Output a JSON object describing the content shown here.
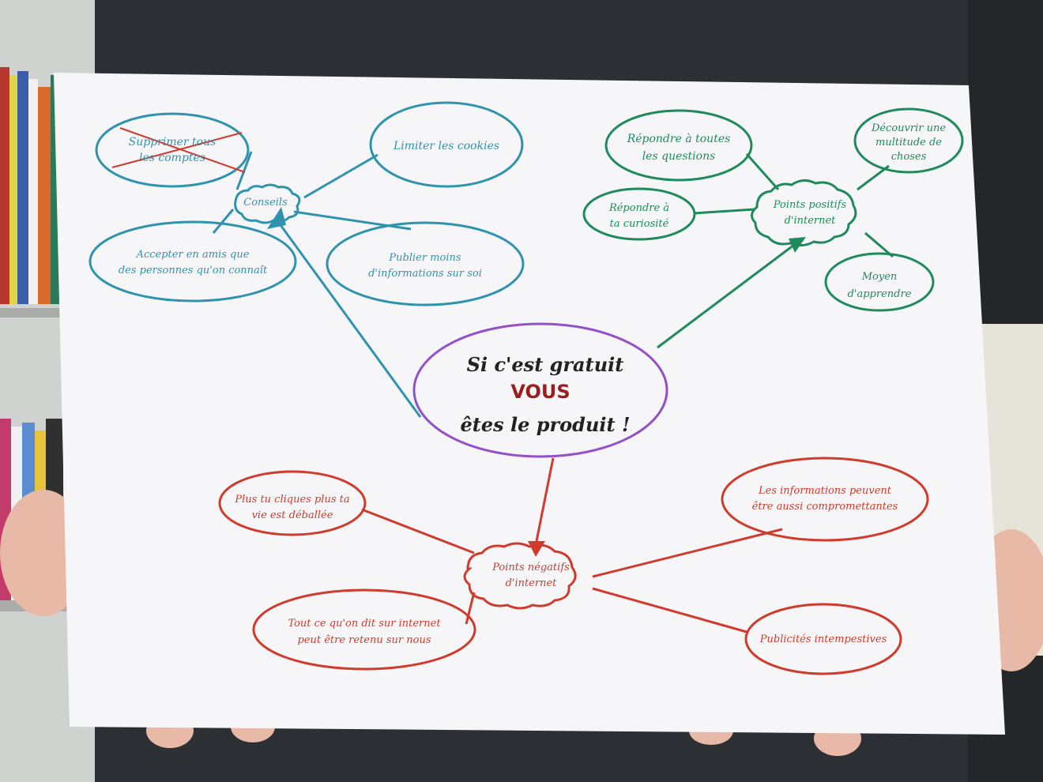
{
  "colors": {
    "teal": "#2f93ad",
    "green": "#1f8a5b",
    "red": "#cf3b2c",
    "purple": "#9350c8",
    "black_ink": "#222222",
    "dark_red_ink": "#9b1e1e",
    "paper": "#f6f6f8"
  },
  "center": {
    "line1": "Si c'est gratuit",
    "line2": "VOUS",
    "line3": "êtes le produit !"
  },
  "conseils": {
    "title": "Conseils",
    "items": {
      "supprimer": [
        "Supprimer tous",
        "les comptes"
      ],
      "cookies": [
        "Limiter les cookies"
      ],
      "amis": [
        "Accepter en amis que",
        "des personnes qu'on connaît"
      ],
      "publier": [
        "Publier moins",
        "d'informations sur soi"
      ]
    }
  },
  "positifs": {
    "title": [
      "Points positifs",
      "d'internet"
    ],
    "items": {
      "repondre_questions": [
        "Répondre à toutes",
        "les questions"
      ],
      "decouvrir": [
        "Découvrir une",
        "multitude de",
        "choses"
      ],
      "curiosite": [
        "Répondre à",
        "ta curiosité"
      ],
      "apprendre": [
        "Moyen",
        "d'apprendre"
      ]
    }
  },
  "negatifs": {
    "title": [
      "Points négatifs",
      "d'internet"
    ],
    "items": {
      "clique": [
        "Plus tu cliques plus ta",
        "vie est déballée"
      ],
      "informations": [
        "Les informations peuvent",
        "être aussi compromettantes"
      ],
      "retenu": [
        "Tout ce qu'on dit sur internet",
        "peut être retenu sur nous"
      ],
      "publicites": [
        "Publicités intempestives"
      ]
    }
  }
}
